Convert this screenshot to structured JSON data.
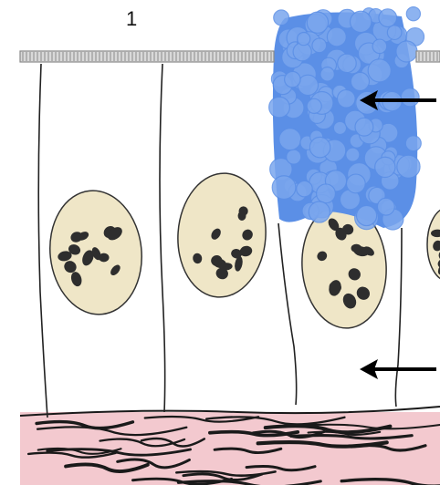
{
  "diagram": {
    "label_number": "1",
    "colors": {
      "background": "#ffffff",
      "surface_border": "#8a8a8a",
      "surface_fill": "#d9d9d9",
      "cell_outline": "#222222",
      "nucleus_fill": "#efe6c7",
      "nucleus_outline": "#333333",
      "chromatin": "#2e2e2e",
      "mucus_blue": "#5b8fe6",
      "mucus_blue_light": "#7aa6ee",
      "connective_pink": "#f3c9cf",
      "connective_fiber": "#1a1a1a",
      "arrow": "#000000"
    },
    "parts": [
      {
        "id": "free-surface",
        "icon": "brush-border-strip"
      },
      {
        "id": "goblet-cell-mucus",
        "icon": "mucus-granules"
      },
      {
        "id": "columnar-cells",
        "icon": "cell-outlines"
      },
      {
        "id": "nuclei",
        "icon": "oval-nucleus"
      },
      {
        "id": "basement-membrane-arrow",
        "icon": "left-arrow"
      },
      {
        "id": "connective-tissue",
        "icon": "wavy-fibers"
      }
    ]
  }
}
